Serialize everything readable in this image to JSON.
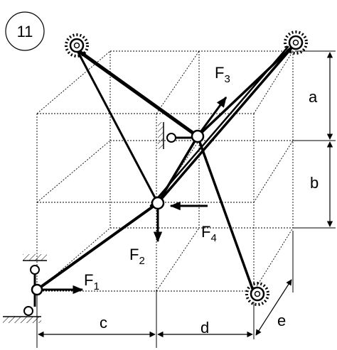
{
  "problem": {
    "number": "11"
  },
  "forces": {
    "f1": {
      "letter": "F",
      "sub": "1"
    },
    "f2": {
      "letter": "F",
      "sub": "2"
    },
    "f3": {
      "letter": "F",
      "sub": "3"
    },
    "f4": {
      "letter": "F",
      "sub": "4"
    }
  },
  "dimensions": {
    "a": "a",
    "b": "b",
    "c": "c",
    "d": "d",
    "e": "e"
  },
  "colors": {
    "ink": "#000000",
    "background": "#ffffff"
  }
}
